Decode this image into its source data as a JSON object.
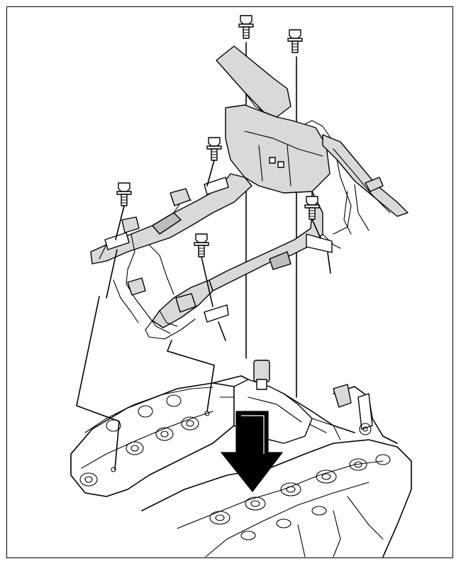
{
  "figure": {
    "colors": {
      "line": "#000000",
      "harness_fill": "#d9d9d9",
      "arrow_fill": "#000000",
      "background": "#ffffff"
    },
    "parts": [
      "wiring-harness",
      "connector-housing",
      "bolt",
      "sensor-connector",
      "engine-block",
      "installation-arrow"
    ],
    "bolt_count": 6
  }
}
